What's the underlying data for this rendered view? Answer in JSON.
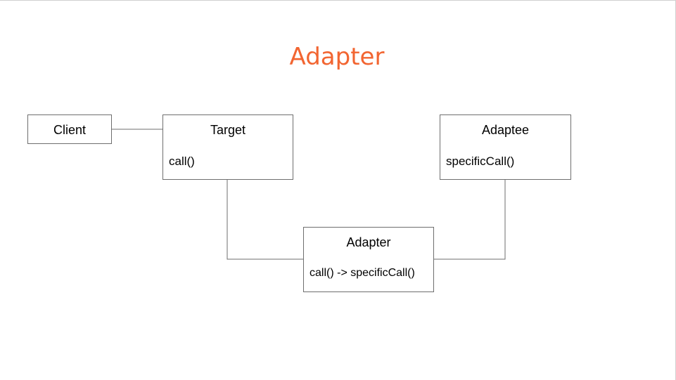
{
  "title": "Adapter",
  "colors": {
    "title": "#f26531",
    "line": "#6e6e6e"
  },
  "classes": {
    "client": {
      "name": "Client"
    },
    "target": {
      "name": "Target",
      "method": "call()"
    },
    "adaptee": {
      "name": "Adaptee",
      "method": "specificCall()"
    },
    "adapter": {
      "name": "Adapter",
      "method": "call() -> specificCall()"
    }
  },
  "connections": [
    {
      "from": "Client",
      "to": "Target"
    },
    {
      "from": "Target",
      "to": "Adapter"
    },
    {
      "from": "Adapter",
      "to": "Adaptee"
    }
  ]
}
